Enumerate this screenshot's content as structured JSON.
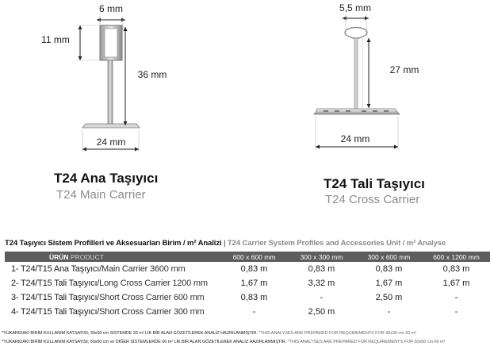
{
  "drawings": {
    "main": {
      "width_top": "6 mm",
      "head_height": "11 mm",
      "total_height": "36 mm",
      "base_width": "24 mm"
    },
    "cross": {
      "width_top": "5,5 mm",
      "total_height": "27 mm",
      "base_width": "24 mm"
    }
  },
  "products": {
    "main": {
      "title": "T24 Ana Taşıyıcı",
      "subtitle": "T24 Main Carrier"
    },
    "cross": {
      "title": "T24 Tali Taşıyıcı",
      "subtitle": "T24 Cross Carrier"
    }
  },
  "table": {
    "title_tr": "T24 Taşıyıcı Sistem Profilleri ve Aksesuarları Birim / m² Analizi",
    "separator": " | ",
    "title_en": "T24 Carrier System Profiles and Accessories Unit / m² Analyse",
    "header": {
      "product_tr": "ÜRÜN",
      "product_en": " PRODUCT",
      "columns": [
        "600 x 600 mm",
        "300 x 300 mm",
        "300 x 600 mm",
        "600 x 1200 mm"
      ]
    },
    "rows": [
      {
        "tr": "1- T24/T15 Ana Taşıyıcı/",
        "en": "Main Carrier 3600 mm",
        "values": [
          "0,83 m",
          "0,83 m",
          "0,83 m",
          "0,83 m"
        ]
      },
      {
        "tr": "2- T24/T15 Tali Taşıyıcı/",
        "en": "Long Cross Carrier 1200 mm",
        "values": [
          "1,67 m",
          "3,32 m",
          "1,67 m",
          "1,67 m"
        ]
      },
      {
        "tr": "3- T24/T15 Tali Taşıyıcı/",
        "en": "Short Cross Carrier 600 mm",
        "values": [
          "0,83 m",
          "-",
          "2,50 m",
          "-"
        ]
      },
      {
        "tr": "4- T24/T15 Tali Taşıyıcı/",
        "en": "Short Cross Carrier 300 mm",
        "values": [
          "-",
          "2,50 m",
          "-",
          "-"
        ]
      }
    ]
  },
  "footnotes": [
    {
      "tr": "*YUKARIDAKİ BİRİM KULLANIM KATSAYISI; 30x30 cm SİSTEMDE 33 m² LİK BİR ALAN GÖZETİLEREK ANALİZ  HAZIRLANMIŞTIR.",
      "en": " *THIS ANALYSES ARE PREPARED FOR REQUIREMENTS  FOR 30x30 cm 33 m²"
    },
    {
      "tr": "*YUKARIDAKİ BİRİM KULLANIM KATSAYISI; 60x60 cm ve DİĞER SİSTEMLERDE 66 m² LİK BİR ALAN GÖZETİLEREK ANALİZ  HAZIRLANMIŞTIR.",
      "en": " *THIS ANALYSES ARE PREPARED FOR REQUIREMENTS  FOR 60x60 cm 66 m²"
    }
  ],
  "colors": {
    "header_bg": "#5d5d5d",
    "subtitle": "#8c8c8c",
    "dimension": "#222222"
  }
}
